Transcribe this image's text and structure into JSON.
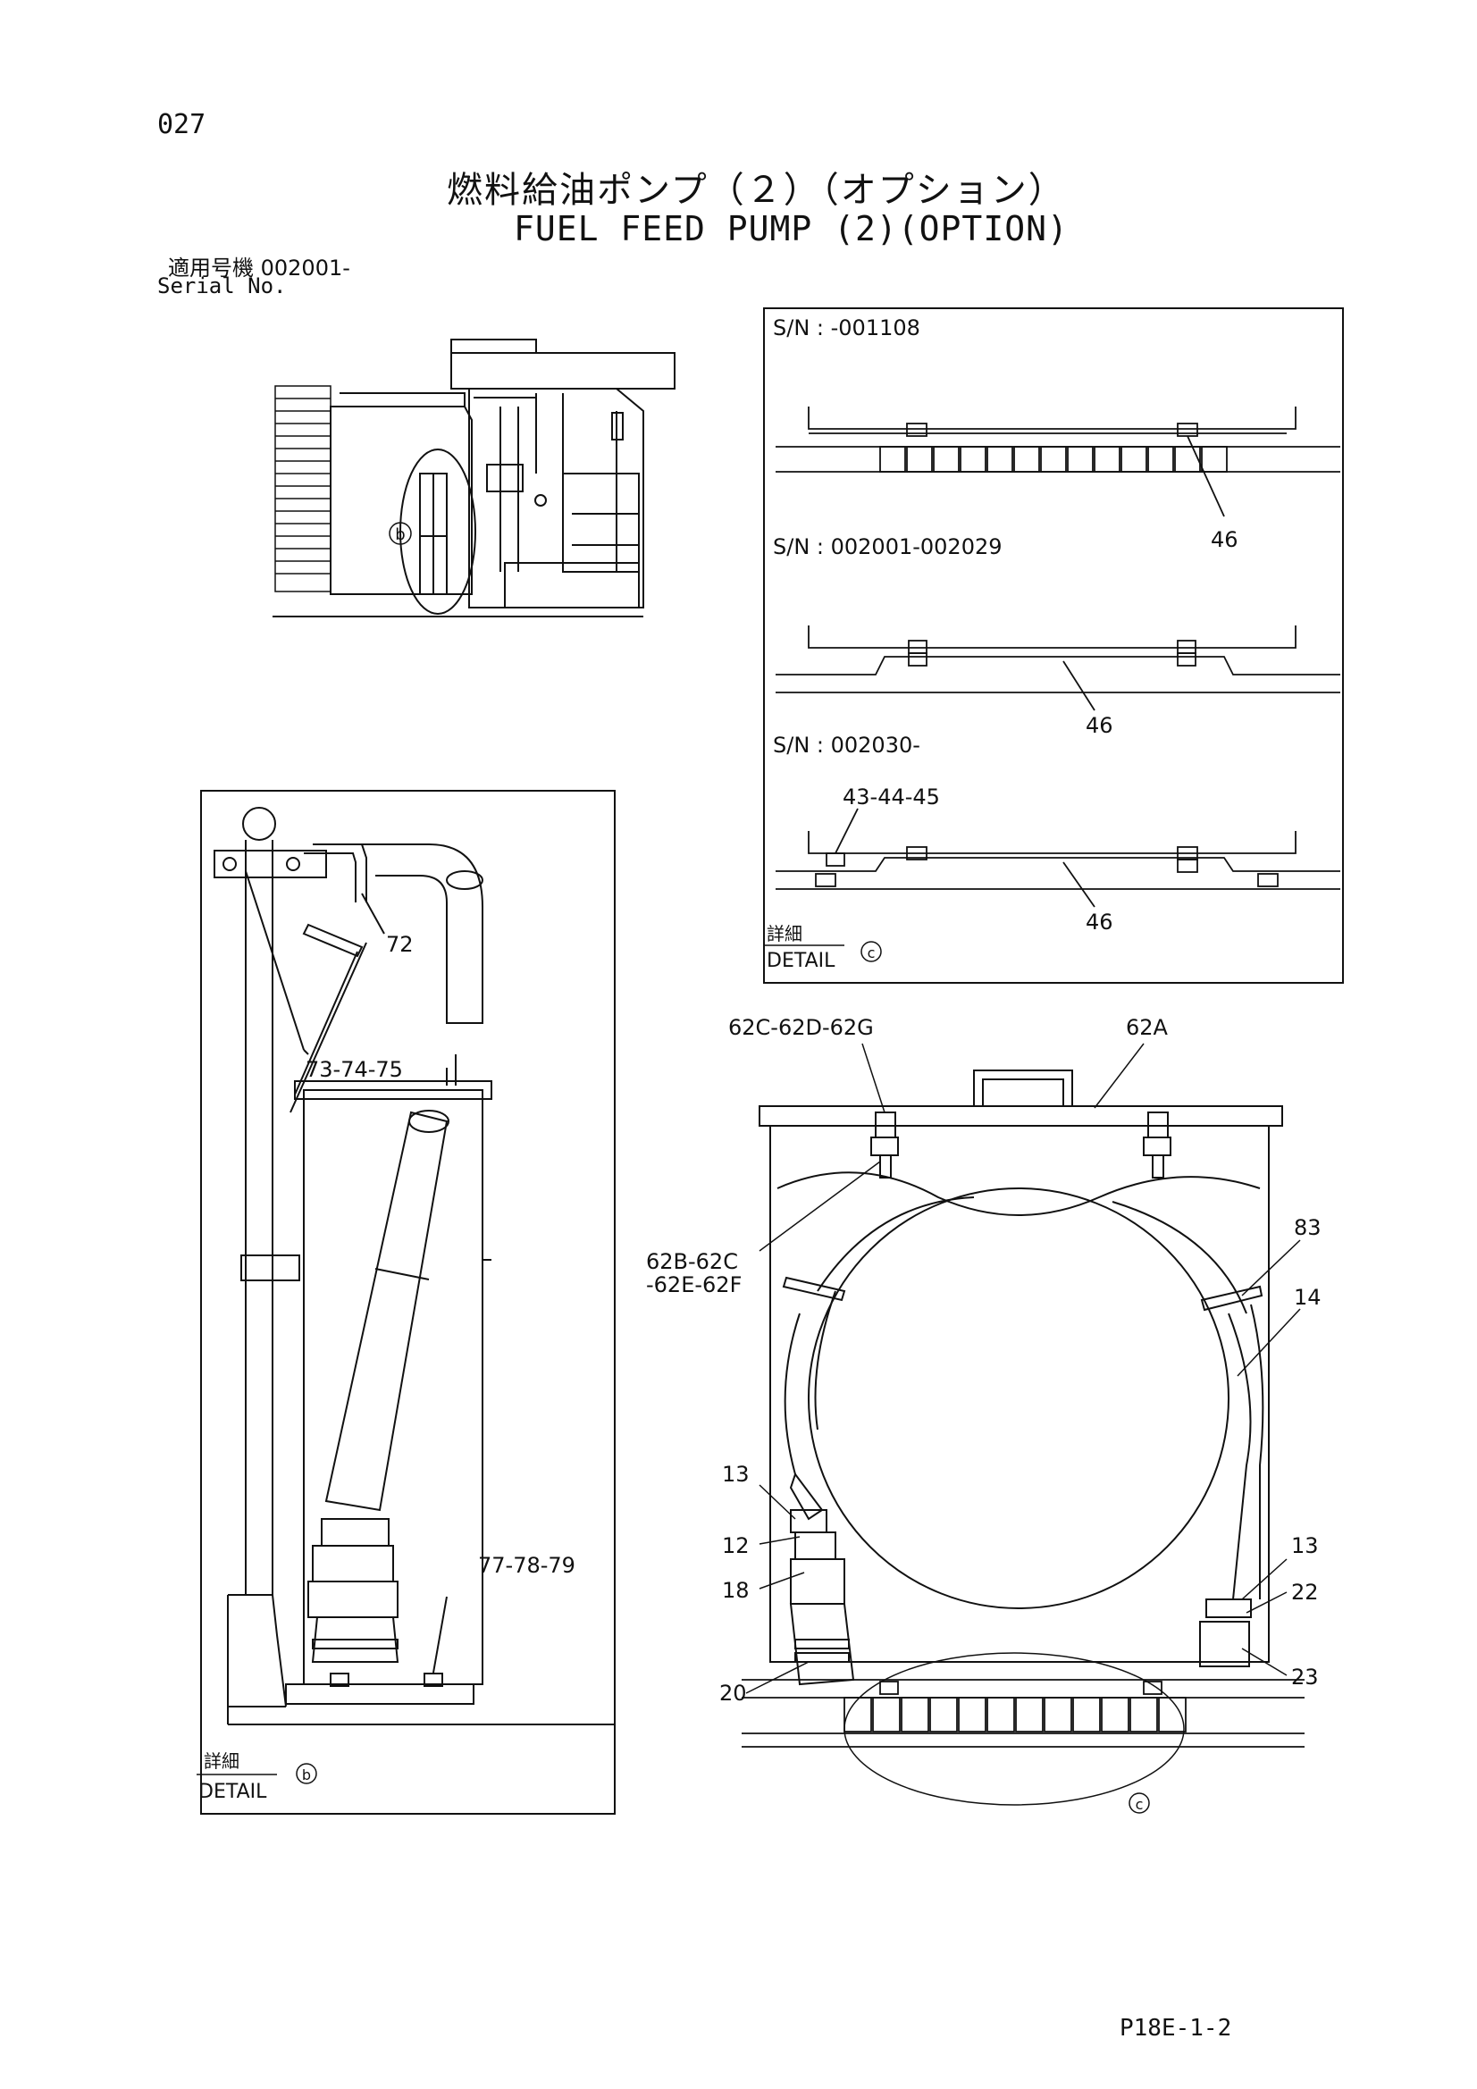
{
  "page": {
    "number": "027",
    "title_jp": "燃料給油ポンプ（２）（オプション）",
    "title_en": "FUEL FEED PUMP (2)(OPTION)",
    "serial_label_jp": "適用号機 002001-",
    "serial_label_en": "Serial No.",
    "page_code": "P18E-1-2"
  },
  "detail_c": {
    "sn_ranges": [
      "S/N : -001108",
      "S/N : 002001-002029",
      "S/N : 002030-"
    ],
    "part_labels": [
      "46",
      "46",
      "43-44-45",
      "46"
    ],
    "detail_jp": "詳細",
    "detail_en": "DETAIL",
    "marker": "c"
  },
  "detail_b": {
    "part_labels": [
      "72",
      "73-74-75",
      "77-78-79"
    ],
    "detail_jp": "詳細",
    "detail_en": "DETAIL",
    "marker": "b"
  },
  "overview": {
    "marker": "b"
  },
  "main_box": {
    "part_labels": [
      "62C-62D-62G",
      "62A",
      "62B-62C",
      "-62E-62F",
      "83",
      "14",
      "13",
      "12",
      "18",
      "20",
      "13",
      "22",
      "23"
    ],
    "marker": "c"
  }
}
